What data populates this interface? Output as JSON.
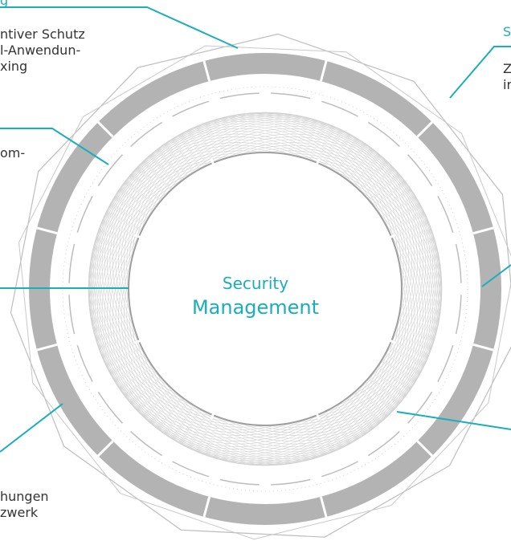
{
  "center": {
    "line1": "Security",
    "line2": "Management"
  },
  "labels": {
    "top_left_heading": "g",
    "top_left_body": [
      "ntiver Schutz",
      "l-Anwendun-",
      "xing"
    ],
    "left_upper_body": "om-",
    "bottom_left_body": [
      "hungen",
      "zwerk"
    ],
    "top_right_heading": "S",
    "top_right_body": [
      "Z",
      "ir"
    ]
  },
  "colors": {
    "accent": "#1aaebc",
    "ring": "#b5b5b5",
    "line": "#999999",
    "text": "#333333"
  }
}
